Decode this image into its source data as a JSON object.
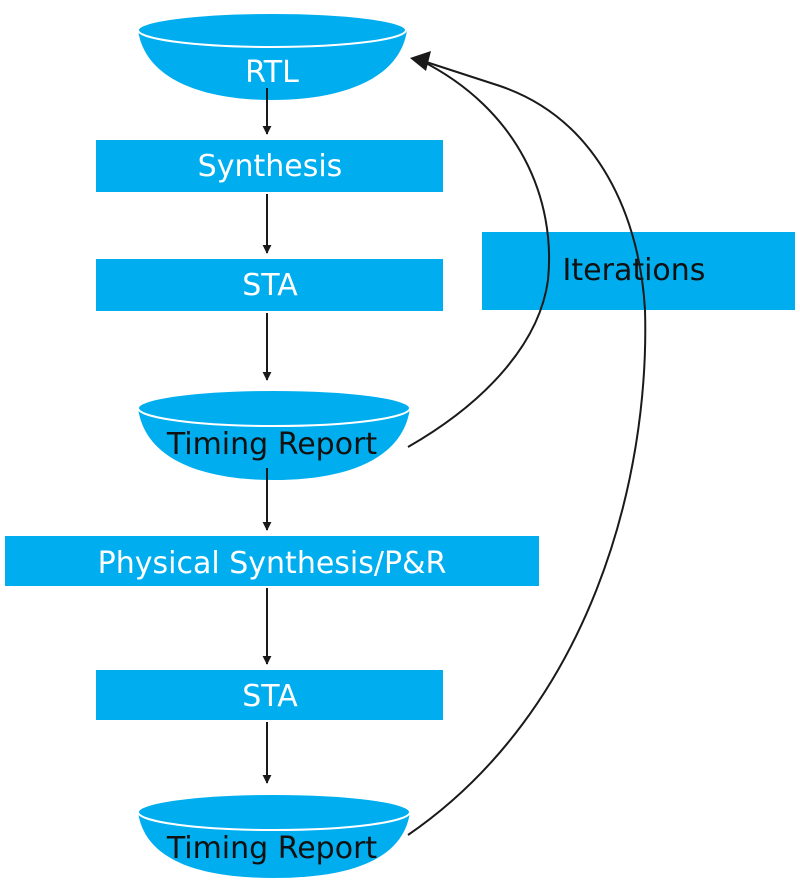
{
  "diagram": {
    "nodes": {
      "rtl": "RTL",
      "synthesis": "Synthesis",
      "sta_1": "STA",
      "timing_report_1": "Timing Report",
      "physical_synthesis": "Physical Synthesis/P&R",
      "sta_2": "STA",
      "timing_report_2": "Timing Report",
      "iterations": "Iterations"
    },
    "colors": {
      "box_fill": "#00aeef",
      "dish_text": "#111111",
      "box_text": "#ffffff",
      "iterations_text": "#111111",
      "arrow": "#1a1a1a"
    }
  }
}
